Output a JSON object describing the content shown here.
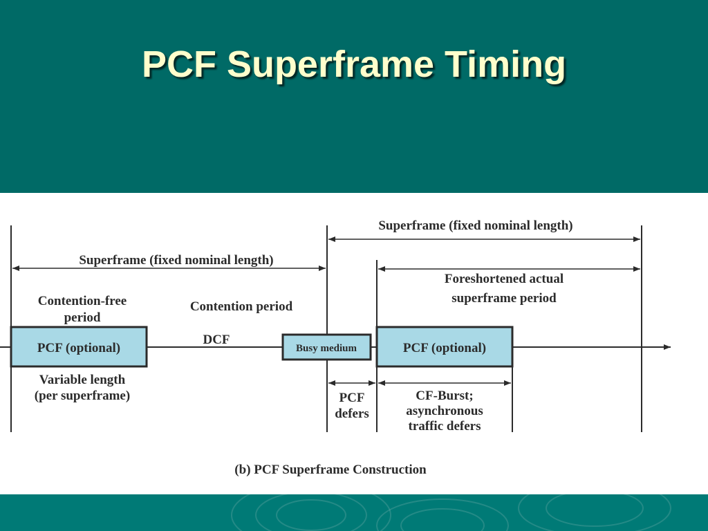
{
  "slide": {
    "title": "PCF Superframe Timing",
    "background_color": "#006a66",
    "title_color": "#ffffcc",
    "box_fill_color": "#a9d9e6"
  },
  "diagram": {
    "superframe_top_label": "Superframe (fixed nominal length)",
    "superframe_left_label": "Superframe (fixed nominal length)",
    "foreshortened_line1": "Foreshortened actual",
    "foreshortened_line2": "superframe period",
    "contention_free_line1": "Contention-free",
    "contention_free_line2": "period",
    "contention_period": "Contention period",
    "dcf": "DCF",
    "pcf_left_box": "PCF (optional)",
    "busy_medium_box": "Busy medium",
    "pcf_right_box": "PCF (optional)",
    "variable_length_line1": "Variable length",
    "variable_length_line2": "(per superframe)",
    "pcf_defers_line1": "PCF",
    "pcf_defers_line2": "defers",
    "cf_burst_line1": "CF-Burst;",
    "cf_burst_line2": "asynchronous",
    "cf_burst_line3": "traffic defers",
    "caption": "(b) PCF Superframe Construction"
  }
}
